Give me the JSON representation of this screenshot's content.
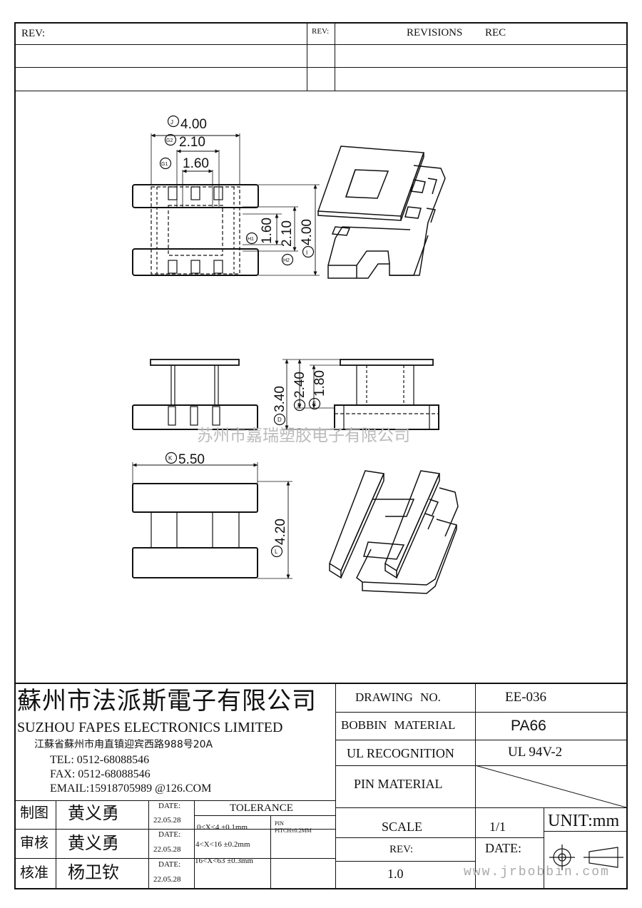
{
  "rev_block": {
    "rev_left": "REV:",
    "rev_right": "REV:",
    "revisions": "REVISIONS",
    "rec": "REC"
  },
  "dims": {
    "J": "J",
    "J_val": "4.00",
    "G2": "G2",
    "G2_val": "2.10",
    "G1": "G1",
    "G1_val": "1.60",
    "H1": "H1",
    "H1_val": "1.60",
    "H2": "H2",
    "H2_val": "2.10",
    "I": "I",
    "I_val": "4.00",
    "D": "D",
    "D_val": "3.40",
    "F": "F",
    "F_val": "2.40",
    "E": "E",
    "E_val": "1.80",
    "K": "K",
    "K_val": "5.50",
    "L": "L",
    "L_val": "4.20"
  },
  "watermark_center": "苏州市嘉瑞塑胶电子有限公司",
  "watermark_url": "www.jrbobbin.com",
  "company": {
    "name_cn": "蘇州市法派斯電子有限公司",
    "name_en": "SUZHOU FAPES ELECTRONICS LIMITED",
    "address": "江蘇省蘇州市甪直镇迎宾西路988号20A",
    "tel": "TEL: 0512-68088546",
    "fax": "FAX: 0512-68088546",
    "email": "EMAIL:15918705989 @126.COM"
  },
  "approvals": [
    {
      "role": "制图",
      "name": "黄义勇",
      "date_label": "DATE:",
      "date": "22.05.28"
    },
    {
      "role": "审核",
      "name": "黄义勇",
      "date_label": "DATE:",
      "date": "22.05.28"
    },
    {
      "role": "核准",
      "name": "杨卫钦",
      "date_label": "DATE:",
      "date": "22.05.28"
    }
  ],
  "tolerance": {
    "title": "TOLERANCE",
    "rows": [
      "0<X<4 ±0.1mm",
      "4<X<16 ±0.2mm",
      "16<X<63 ±0.3mm"
    ],
    "pin_label": "PIN",
    "pin_pitch": "PITCH±0.2MM"
  },
  "info": {
    "drawing_no_label": "DRAWING NO.",
    "drawing_no": "EE-036",
    "bobbin_material_label": "BOBBIN MATERIAL",
    "bobbin_material": "PA66",
    "ul_label": "UL RECOGNITION",
    "ul_value": "UL 94V-2",
    "pin_material_label": "PIN MATERIAL",
    "scale_label": "SCALE",
    "scale_value": "1/1",
    "rev_label": "REV:",
    "rev_value": "1.0",
    "date_label": "DATE:",
    "unit": "UNIT:mm"
  }
}
